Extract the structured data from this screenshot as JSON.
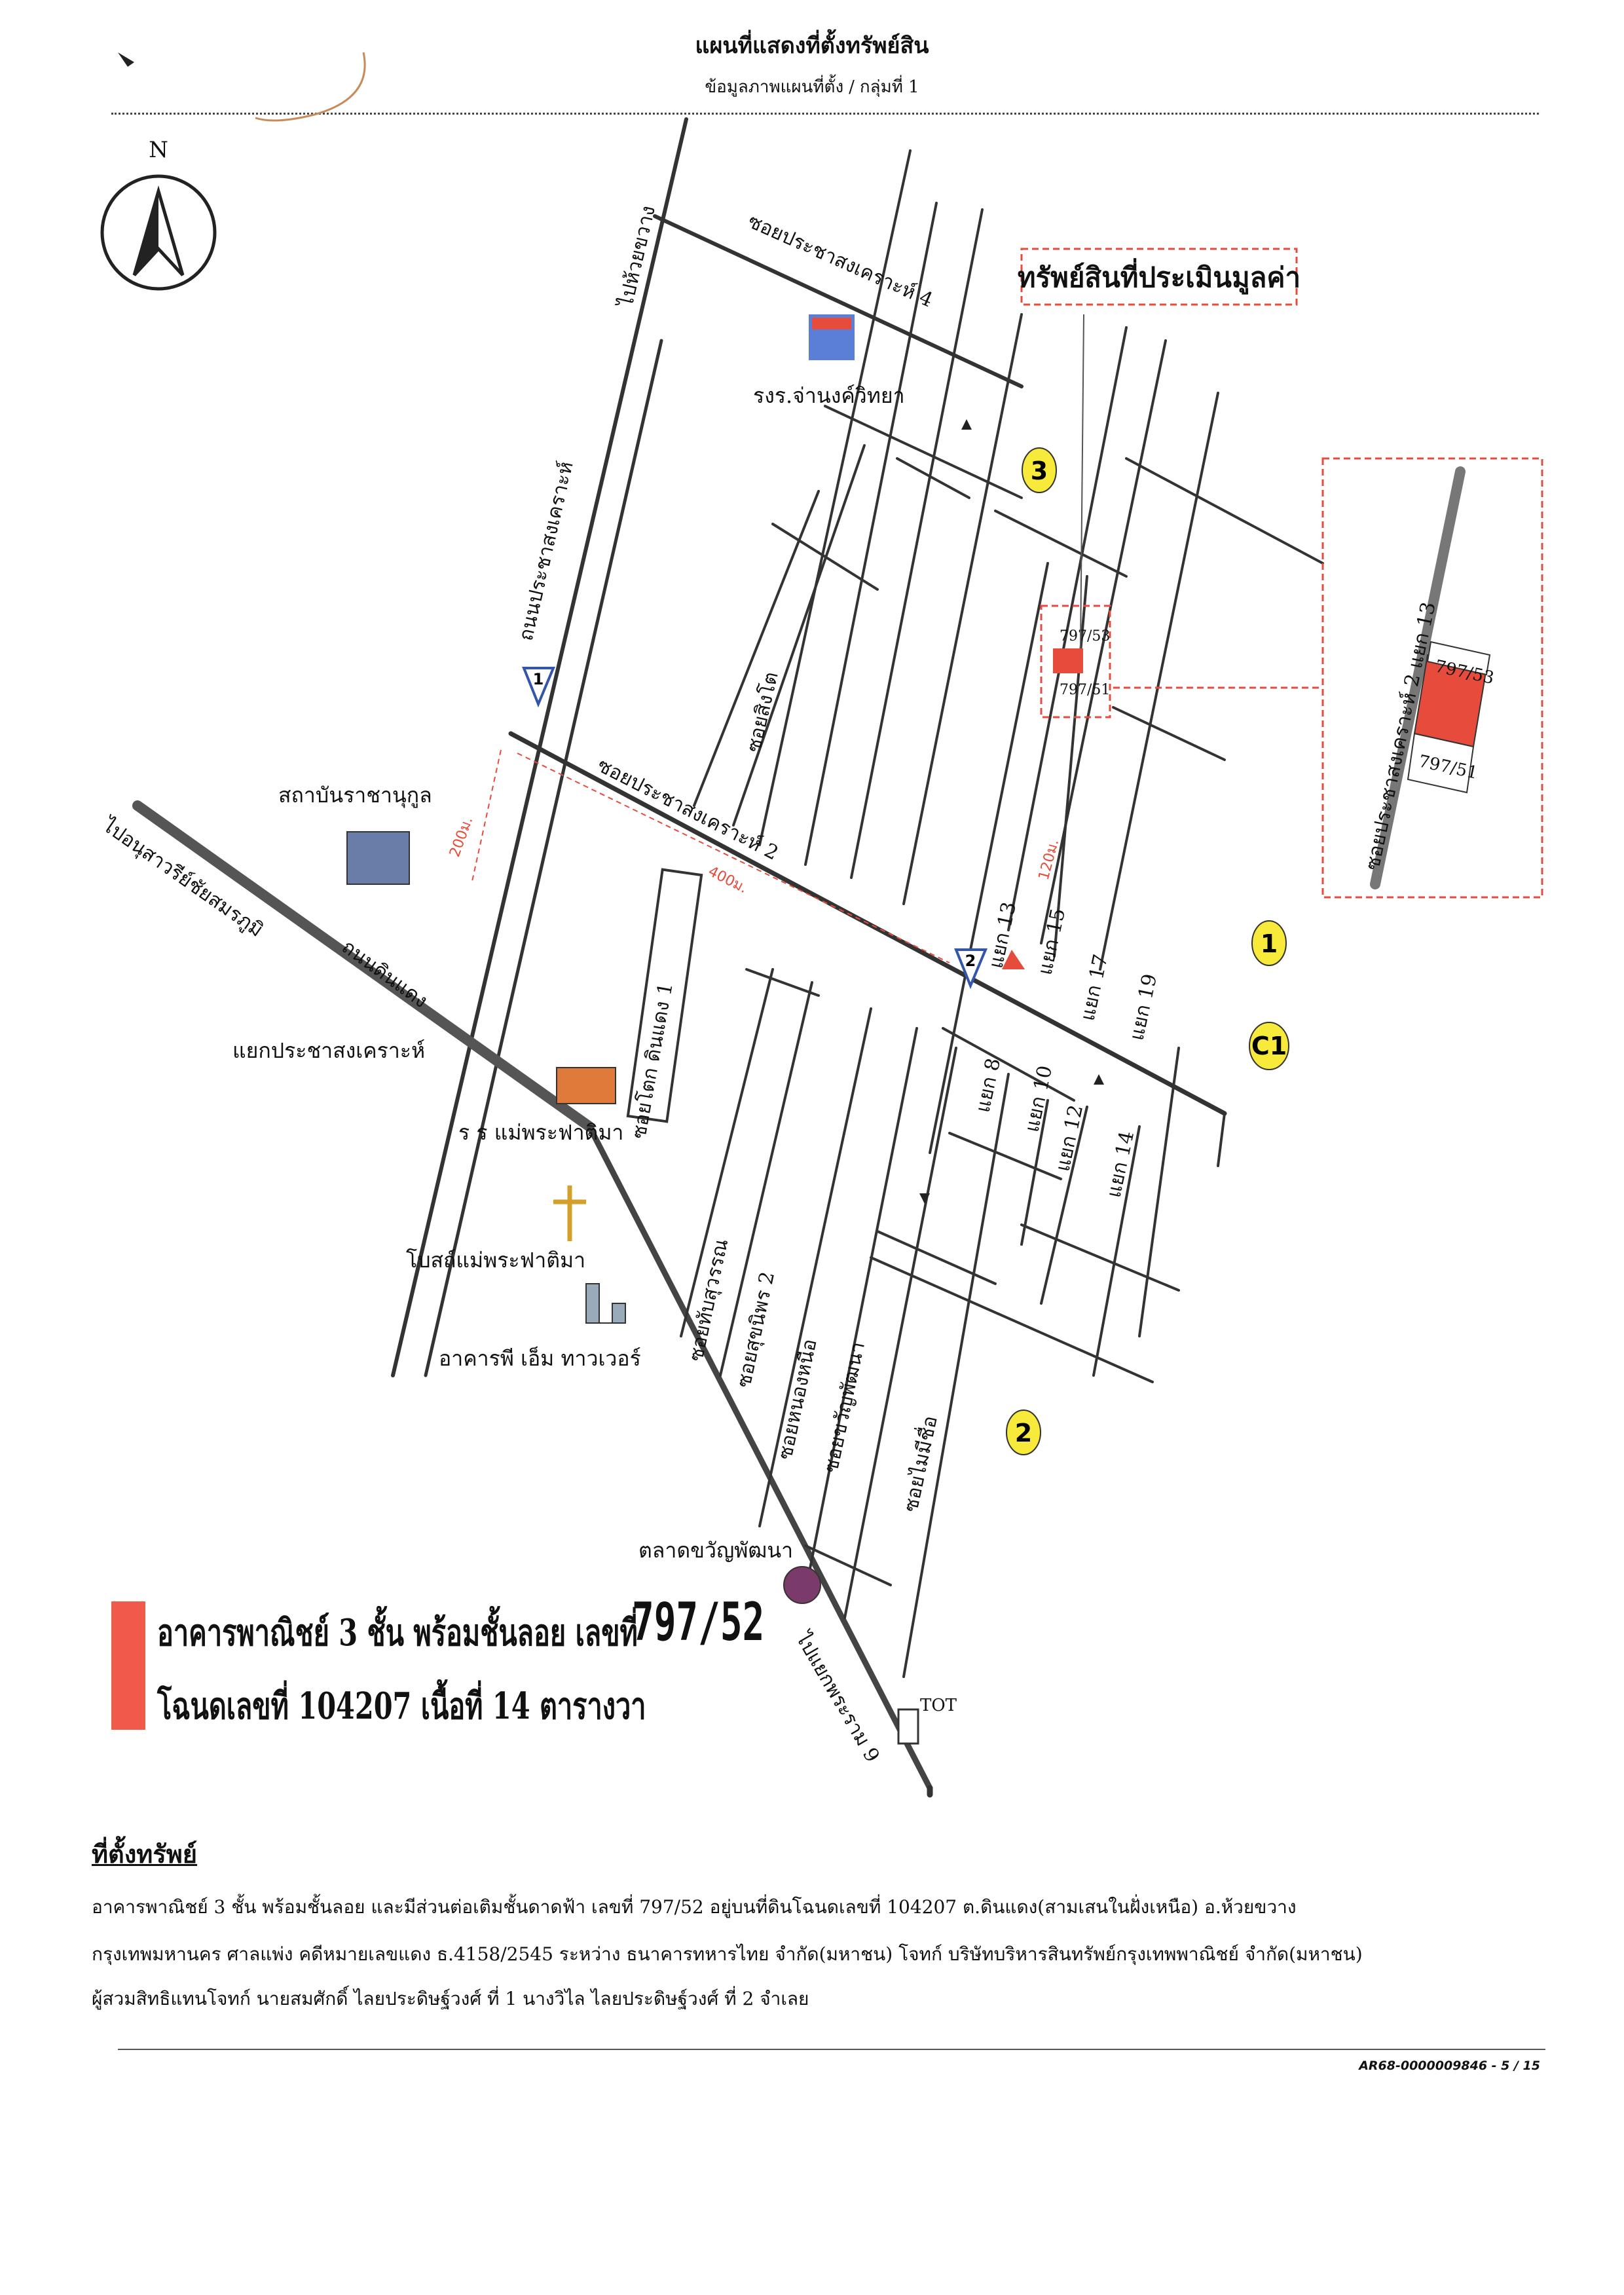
{
  "header": {
    "title": "แผนที่แสดงที่ตั้งทรัพย์สิน",
    "subtitle_left": "ข้อมูลภาพแผนที่ตั้ง",
    "subtitle_sep": "/",
    "subtitle_right": "กลุ่มที่ 1"
  },
  "compass": {
    "letter": "N"
  },
  "map": {
    "callout": "ทรัพย์สินที่ประเมินมูลค่า",
    "inset": {
      "street": "ซอยประชาสงเคราะห์ 2 แยก 13",
      "lot_a": "797/53",
      "lot_b": "797/51"
    },
    "site_lot_a": "797/53",
    "site_lot_b": "797/51",
    "streets": {
      "soi4": "ซอยประชาสงเคราะห์ 4",
      "soi2": "ซอยประชาสงเคราะห์ 2",
      "prachasongkhro_road": "ถนนประชาสงเคราะห์",
      "top_road": "ไปห้วยขวาง",
      "din_daeng": "ถนนดินแดง",
      "to_victory": "ไปอนุสาวรีย์ชัยสมรภูมิ",
      "to_rama9": "ไปแยกพระราม 9",
      "soi_singto": "ซอยสิงโต",
      "soi_tokdindaeng": "ซอยโตก ดินแดง 1",
      "soi_sukon": "ซอยทับสุวรรณ",
      "soi_sukhit": "ซอยสุขนิพร 2",
      "soi_nongnuea": "ซอยหนองหนือ",
      "soi_sawat": "ซอยขวัญพัฒนา",
      "soi_maimit": "ซอยไมมีชื่อ"
    },
    "branch_labels": [
      "แยก 13",
      "แยก 15",
      "แยก 17",
      "แยก 19",
      "แยก 8",
      "แยก 10",
      "แยก 12",
      "แยก 14"
    ],
    "places": {
      "school": "รงร.จ่านงค์วิทยา",
      "institute": "สถาบันราชานุกูล",
      "junction": "แยกประชาสงเคราะห์",
      "mae_school": "ร ร แม่พระฟาติมา",
      "church": "โบสถ์แม่พระฟาติมา",
      "tower": "อาคารพี เอ็ม ทาวเวอร์",
      "market": "ตลาดขวัญพัฒนา",
      "tot": "TOT"
    },
    "zones": [
      "3",
      "1",
      "C1",
      "2"
    ],
    "road_markers": [
      "1",
      "2"
    ],
    "distances": [
      "200ม.",
      "400ม.",
      "120ม."
    ]
  },
  "legend": {
    "line1": "อาคารพาณิชย์ 3 ชั้น พร้อมชั้นลอย เลขที่",
    "handwritten": "797/52",
    "line2": "โฉนดเลขที่ 104207 เนื้อที่ 14 ตารางวา",
    "color": "#f05a4a"
  },
  "location": {
    "title": "ที่ตั้งทรัพย์",
    "line1": "อาคารพาณิชย์  3  ชั้น  พร้อมชั้นลอย และมีส่วนต่อเติมชั้นดาดฟ้า  เลขที่  797/52   อยู่บนที่ดินโฉนดเลขที่   104207   ต.ดินแดง(สามเสนในฝั่งเหนือ)  อ.ห้วยขวาง",
    "line2": "กรุงเทพมหานคร   ศาลแพ่ง   คดีหมายเลขแดง  ธ.4158/2545   ระหว่าง  ธนาคารทหารไทย จำกัด(มหาชน)  โจทก์   บริษัทบริหารสินทรัพย์กรุงเทพพาณิชย์ จำกัด(มหาชน)",
    "line3": "ผู้สวมสิทธิแทนโจทก์   นายสมศักดิ์  ไลยประดิษฐ์วงศ์  ที่ 1  นางวิไล  ไลยประดิษฐ์วงศ์  ที่ 2   จำเลย"
  },
  "footer": {
    "page_ref": "AR68-0000009846 - 5 / 15"
  }
}
